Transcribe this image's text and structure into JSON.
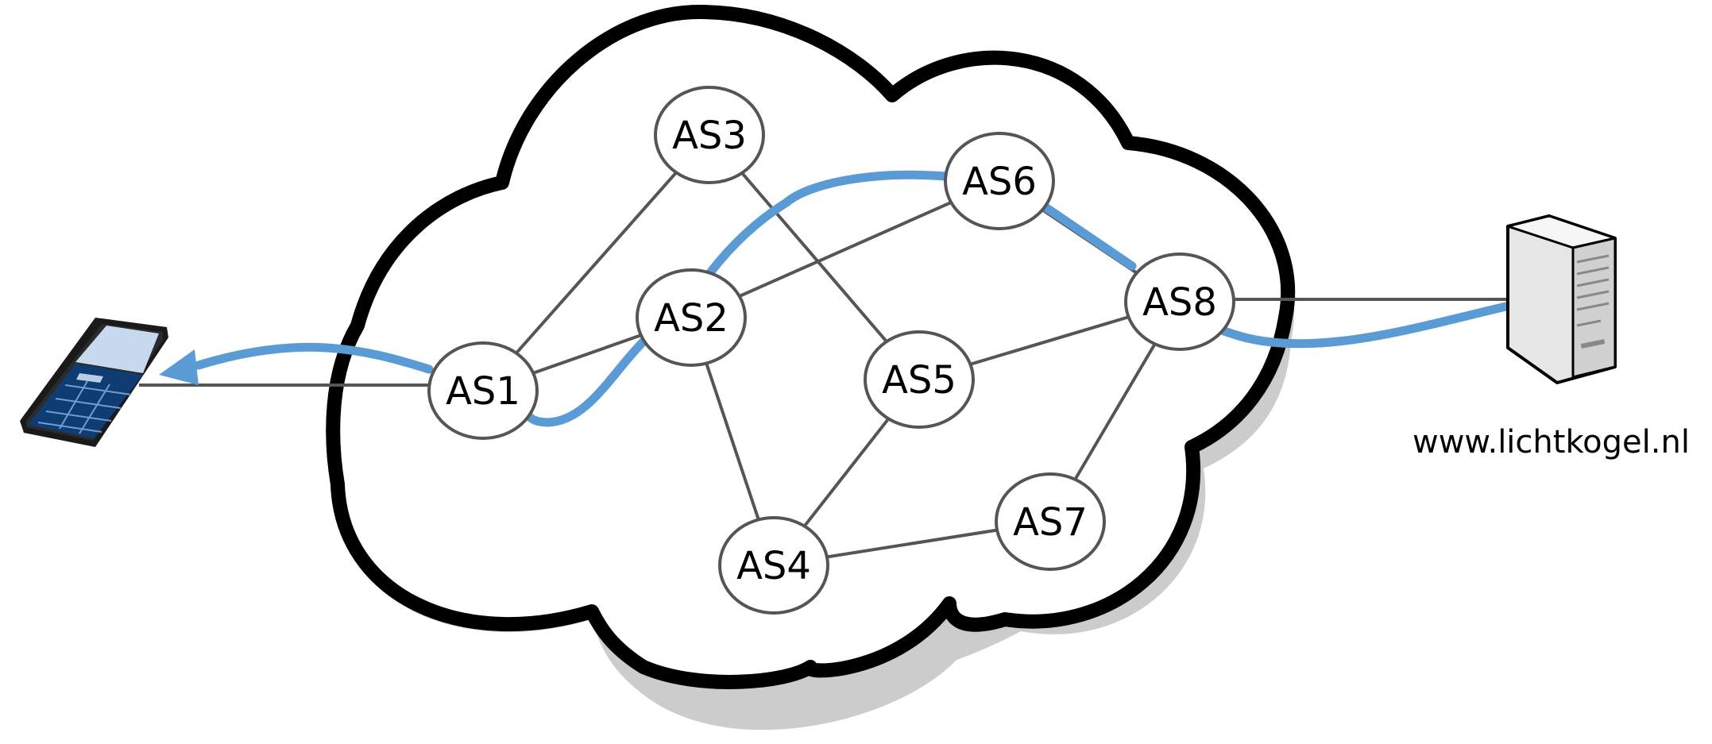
{
  "colors": {
    "cloud_outline": "#000000",
    "cloud_shadow": "#cccccc",
    "link_line": "#555555",
    "route_path": "#5b9bd5",
    "node_outline": "#555555",
    "node_fill": "#ffffff"
  },
  "nodes": [
    {
      "id": "AS1",
      "label": "AS1"
    },
    {
      "id": "AS2",
      "label": "AS2"
    },
    {
      "id": "AS3",
      "label": "AS3"
    },
    {
      "id": "AS4",
      "label": "AS4"
    },
    {
      "id": "AS5",
      "label": "AS5"
    },
    {
      "id": "AS6",
      "label": "AS6"
    },
    {
      "id": "AS7",
      "label": "AS7"
    },
    {
      "id": "AS8",
      "label": "AS8"
    }
  ],
  "links": [
    [
      "AS1",
      "AS2"
    ],
    [
      "AS1",
      "AS3"
    ],
    [
      "AS3",
      "AS5"
    ],
    [
      "AS2",
      "AS6"
    ],
    [
      "AS2",
      "AS4"
    ],
    [
      "AS4",
      "AS5"
    ],
    [
      "AS4",
      "AS7"
    ],
    [
      "AS5",
      "AS8"
    ],
    [
      "AS6",
      "AS8"
    ],
    [
      "AS7",
      "AS8"
    ]
  ],
  "route": [
    "AS8",
    "AS6",
    "AS2",
    "AS1"
  ],
  "client": {
    "device": "mobile-phone-icon"
  },
  "server": {
    "device": "server-icon",
    "label": "www.lichtkogel.nl"
  }
}
